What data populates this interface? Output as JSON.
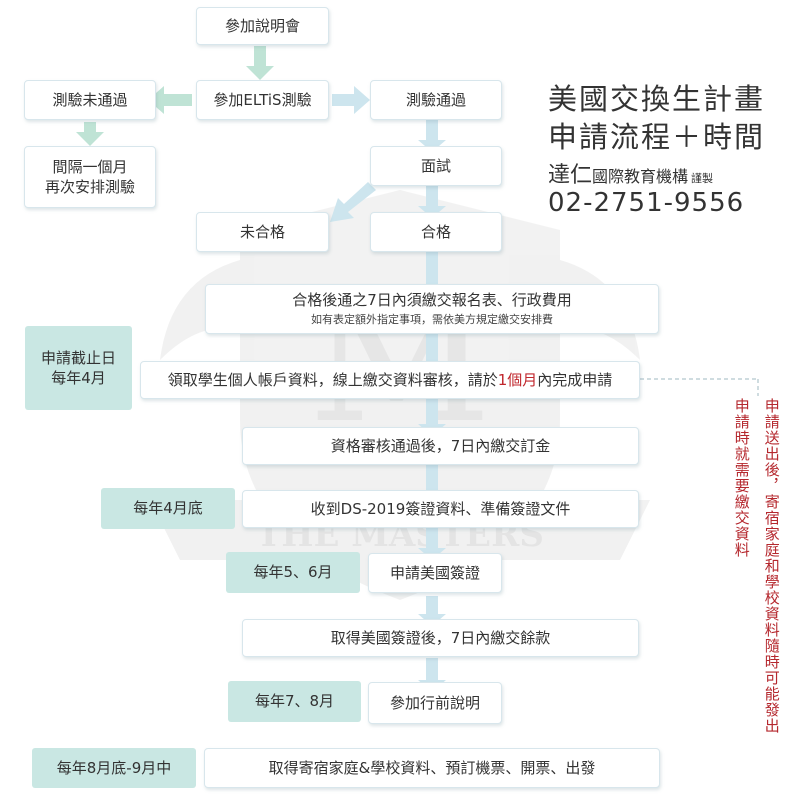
{
  "title": {
    "line1": "美國交換生計畫",
    "line2": "申請流程＋時間",
    "org_name": "達仁",
    "org_rest": "國際教育機構",
    "org_suffix": "謹製",
    "phone": "02-2751-9556"
  },
  "watermark": {
    "letter": "M",
    "ribbon": "THE MASTERS"
  },
  "boxes": {
    "info_session": "參加說明會",
    "test_fail": "測驗未通過",
    "take_test": "參加ELTiS測驗",
    "test_pass": "測驗通過",
    "retest": "間隔一個月\n再次安排測驗",
    "interview": "面試",
    "not_qualified": "未合格",
    "qualified": "合格",
    "pay_fees": "合格後通之7日內須繳交報名表、行政費用",
    "pay_fees_note": "如有表定額外指定事項，需依美方規定繳交安排費",
    "account_pre": "領取學生個人帳戶資料，線上繳交資料審核，請於",
    "account_red": "1個月",
    "account_post": "內完成申請",
    "deposit": "資格審核通過後，7日內繳交訂金",
    "ds2019": "收到DS-2019簽證資料、準備簽證文件",
    "visa": "申請美國簽證",
    "balance": "取得美國簽證後，7日內繳交餘款",
    "orientation": "參加行前說明",
    "departure": "取得寄宿家庭&學校資料、預訂機票、開票、出發"
  },
  "timeline": {
    "deadline": "申請截止日\n每年4月",
    "april_end": "每年4月底",
    "may_june": "每年5、6月",
    "july_aug": "每年7、8月",
    "aug_sep": "每年8月底-9月中"
  },
  "side_notes": {
    "right": "申請送出後，寄宿家庭和學校資料隨時可能發出",
    "left": "申請時就需要繳交資料"
  },
  "colors": {
    "arrow": "#cde5ee",
    "arrow_green": "#bfe3d5",
    "teal": "#c9e7e3",
    "red": "#c0262c"
  }
}
